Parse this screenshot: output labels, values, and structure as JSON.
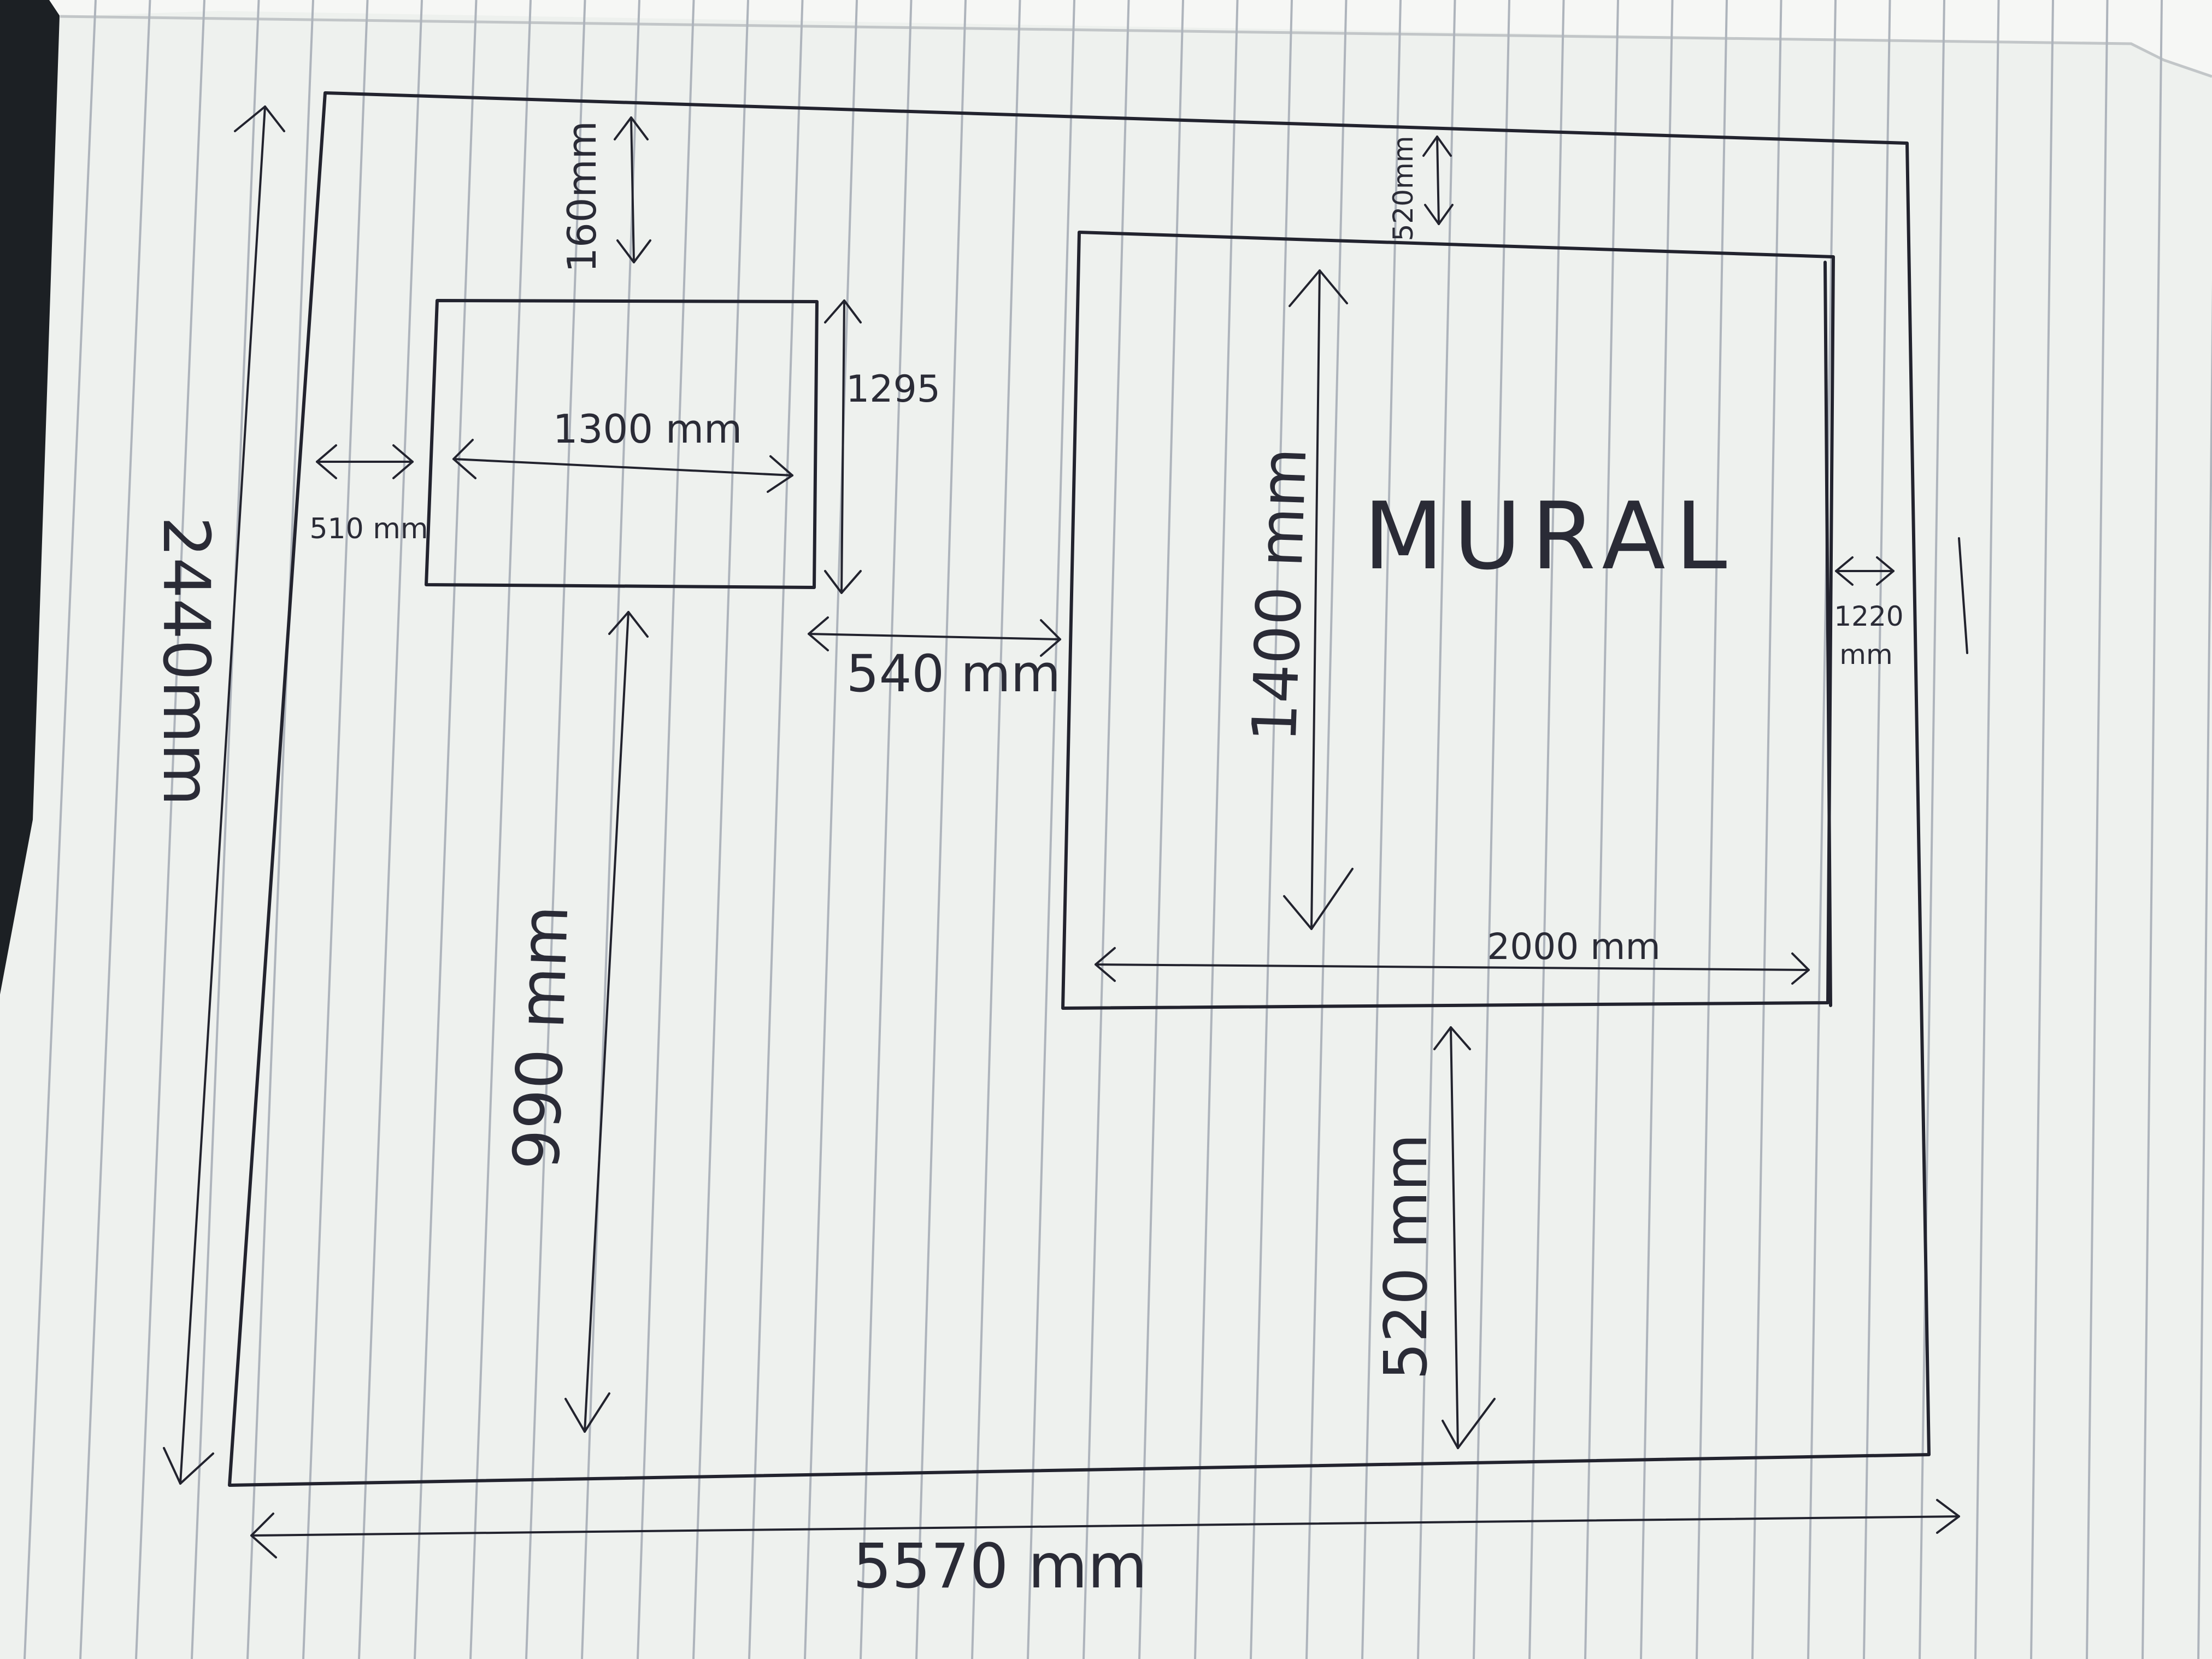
{
  "colors": {
    "background": "#1c2024",
    "paper": "#eef1ee",
    "rule_lines": "#aeb4bc",
    "ink": "#22232e"
  },
  "sketch": {
    "overall_width": "5570 mm",
    "overall_height": "2440mm",
    "small_panel": {
      "width_label": "1300 mm",
      "height_label": "1295",
      "top_offset": "160mm",
      "left_offset": "510 mm",
      "bottom_offset": "990 mm",
      "gap_to_mural": "540 mm"
    },
    "mural": {
      "title": "MURAL",
      "width_label": "2000 mm",
      "height_label": "1400 mm",
      "top_offset": "520mm",
      "bottom_offset": "520 mm",
      "right_offset_value": "1220",
      "right_offset_unit": "mm"
    }
  }
}
